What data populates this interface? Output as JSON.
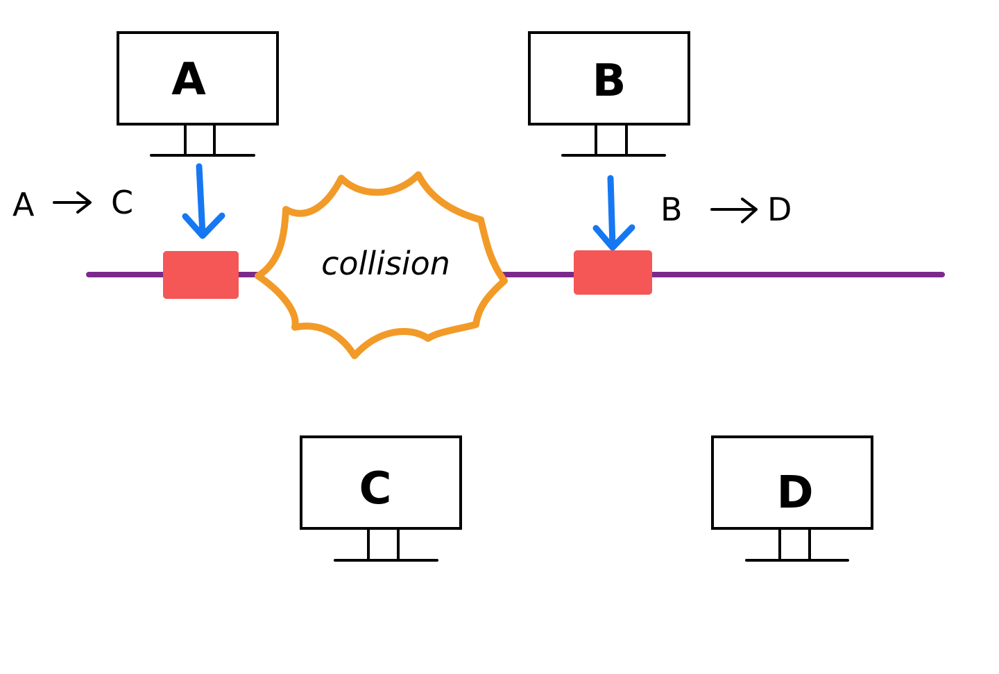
{
  "colors": {
    "bus": "#7b2a8c",
    "packet": "#f55656",
    "arrow": "#1677f2",
    "collision": "#f29a28"
  },
  "hosts": {
    "a": "A",
    "b": "B",
    "c": "C",
    "d": "D"
  },
  "flows": {
    "a_to_c": {
      "from": "A",
      "to": "C"
    },
    "b_to_d": {
      "from": "B",
      "to": "D"
    }
  },
  "collision_label": "collision"
}
